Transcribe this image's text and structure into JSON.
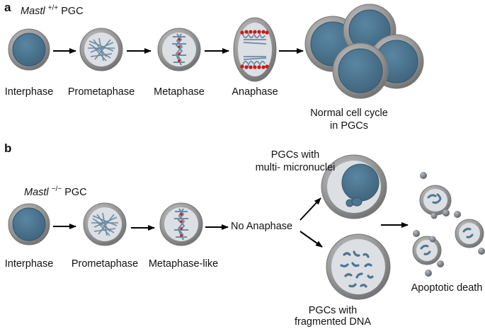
{
  "colors": {
    "nucleus": "#4e7590",
    "nucleus_edge": "#35566c",
    "cell_outer": "#8f8f8f",
    "cytoplasm": "#dcdfe3",
    "chromosome": "#6c8aa3",
    "centromere": "#d01818",
    "arrow": "#000000"
  },
  "panel_a": {
    "panel_label": "a",
    "genotype_gene": "Mastl",
    "genotype_sup": "+/+",
    "genotype_suffix": "PGC",
    "stages": [
      "Interphase",
      "Prometaphase",
      "Metaphase",
      "Anaphase"
    ],
    "outcome": [
      "Normal cell cycle",
      "in PGCs"
    ]
  },
  "panel_b": {
    "panel_label": "b",
    "genotype_gene": "Mastl",
    "genotype_sup": "−/−",
    "genotype_suffix": "PGC",
    "stages": [
      "Interphase",
      "Prometaphase",
      "Metaphase-like"
    ],
    "block": "No Anaphase",
    "micronuclei": [
      "PGCs with",
      "multi- micronuclei"
    ],
    "fragmented": [
      "PGCs with",
      "fragmented DNA"
    ],
    "death": "Apoptotic death"
  },
  "icons": [
    "interphase-cell-icon",
    "prometaphase-cell-icon",
    "metaphase-cell-icon",
    "anaphase-cell-icon",
    "dividing-cells-icon",
    "micronuclei-cell-icon",
    "fragmented-dna-cell-icon",
    "apoptotic-bodies-icon",
    "arrow-icon"
  ]
}
